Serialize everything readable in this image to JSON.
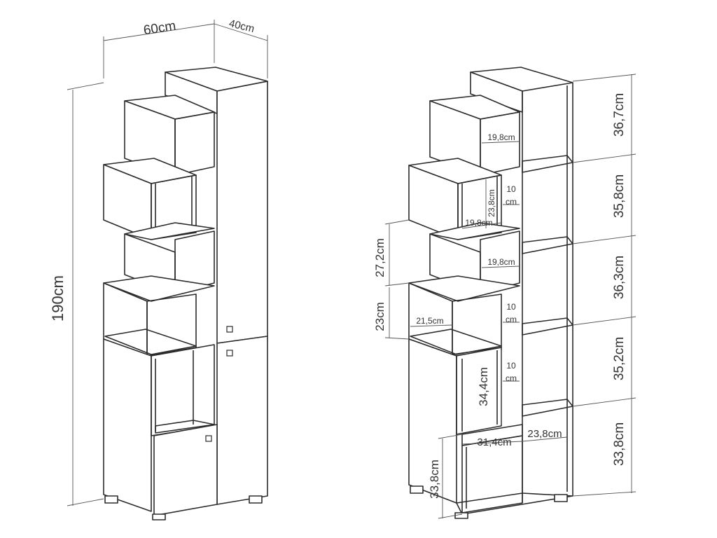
{
  "left_view": {
    "width_label": "60cm",
    "depth_label": "40cm",
    "height_label": "190cm"
  },
  "right_view": {
    "section_heights": [
      "36,7cm",
      "35,8cm",
      "36,3cm",
      "35,2cm",
      "33,8cm"
    ],
    "left_heights": [
      "27,2cm",
      "23cm",
      "33,8cm"
    ],
    "inner_labels": {
      "top_box_width": "19,8cm",
      "box2_height": "23,8cm",
      "box2_width": "19,8cm",
      "box2_gap_a": "10",
      "box2_gap_b": "cm",
      "box3_width": "19,8cm",
      "box4_width": "21,5cm",
      "box4_gap_a": "10",
      "box4_gap_b": "cm",
      "lower_gap_a": "10",
      "lower_gap_b": "cm",
      "lower_height": "34,4cm",
      "bottom_left_width": "31,4cm",
      "bottom_right_width": "23,8cm"
    }
  }
}
